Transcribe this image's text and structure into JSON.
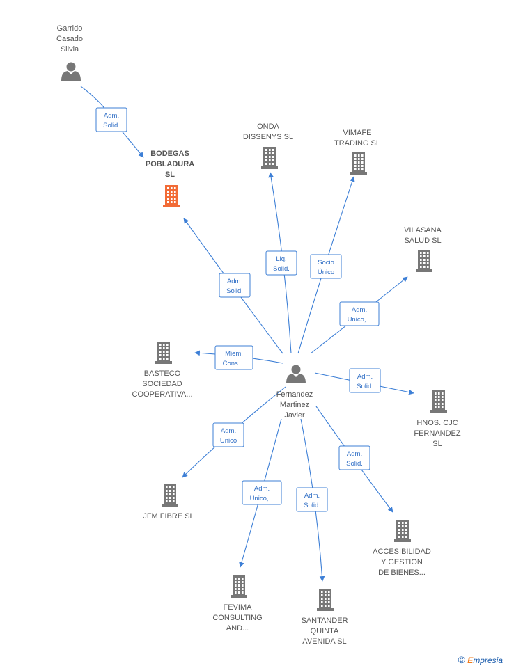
{
  "center_person": {
    "lines": [
      "Fernandez",
      "Martinez",
      "Javier"
    ]
  },
  "top_person": {
    "lines": [
      "Garrido",
      "Casado",
      "Silvia"
    ]
  },
  "companies": [
    {
      "id": "bodegas",
      "lines": [
        "BODEGAS",
        "POBLADURA",
        "SL"
      ],
      "highlight": true,
      "color": "#f26b36"
    },
    {
      "id": "onda",
      "lines": [
        "ONDA",
        "DISSENYS  SL"
      ],
      "highlight": false,
      "color": "#777777"
    },
    {
      "id": "vimafe",
      "lines": [
        "VIMAFE",
        "TRADING  SL"
      ],
      "highlight": false,
      "color": "#777777"
    },
    {
      "id": "vilasana",
      "lines": [
        "VILASANA",
        "SALUD  SL"
      ],
      "highlight": false,
      "color": "#777777"
    },
    {
      "id": "basteco",
      "lines": [
        "BASTECO",
        "SOCIEDAD",
        "COOPERATIVA..."
      ],
      "highlight": false,
      "color": "#777777"
    },
    {
      "id": "hnos",
      "lines": [
        "HNOS.  CJC",
        "FERNANDEZ",
        "SL"
      ],
      "highlight": false,
      "color": "#777777"
    },
    {
      "id": "jfm",
      "lines": [
        "JFM FIBRE  SL"
      ],
      "highlight": false,
      "color": "#777777"
    },
    {
      "id": "accesibilidad",
      "lines": [
        "ACCESIBILIDAD",
        "Y GESTION",
        "DE BIENES..."
      ],
      "highlight": false,
      "color": "#777777"
    },
    {
      "id": "fevima",
      "lines": [
        "FEVIMA",
        "CONSULTING",
        "AND..."
      ],
      "highlight": false,
      "color": "#777777"
    },
    {
      "id": "santander",
      "lines": [
        "SANTANDER",
        "QUINTA",
        "AVENIDA  SL"
      ],
      "highlight": false,
      "color": "#777777"
    }
  ],
  "edges": [
    {
      "from": "top_person",
      "to": "bodegas",
      "label": [
        "Adm.",
        "Solid."
      ]
    },
    {
      "from": "center_person",
      "to": "bodegas",
      "label": [
        "Adm.",
        "Solid."
      ]
    },
    {
      "from": "center_person",
      "to": "onda",
      "label": [
        "Liq.",
        "Solid."
      ]
    },
    {
      "from": "center_person",
      "to": "vimafe",
      "label": [
        "Socio",
        "Único"
      ]
    },
    {
      "from": "center_person",
      "to": "vilasana",
      "label": [
        "Adm.",
        "Unico,..."
      ]
    },
    {
      "from": "center_person",
      "to": "basteco",
      "label": [
        "Miem.",
        "Cons...."
      ]
    },
    {
      "from": "center_person",
      "to": "hnos",
      "label": [
        "Adm.",
        "Solid."
      ]
    },
    {
      "from": "center_person",
      "to": "jfm",
      "label": [
        "Adm.",
        "Unico"
      ]
    },
    {
      "from": "center_person",
      "to": "accesibilidad",
      "label": [
        "Adm.",
        "Solid."
      ]
    },
    {
      "from": "center_person",
      "to": "fevima",
      "label": [
        "Adm.",
        "Unico,..."
      ]
    },
    {
      "from": "center_person",
      "to": "santander",
      "label": [
        "Adm.",
        "Solid."
      ]
    }
  ],
  "brand": {
    "symbol": "©",
    "initial": "E",
    "rest": "mpresia"
  },
  "colors": {
    "edge": "#3d7fd6",
    "person": "#777777",
    "highlight": "#f26b36"
  }
}
